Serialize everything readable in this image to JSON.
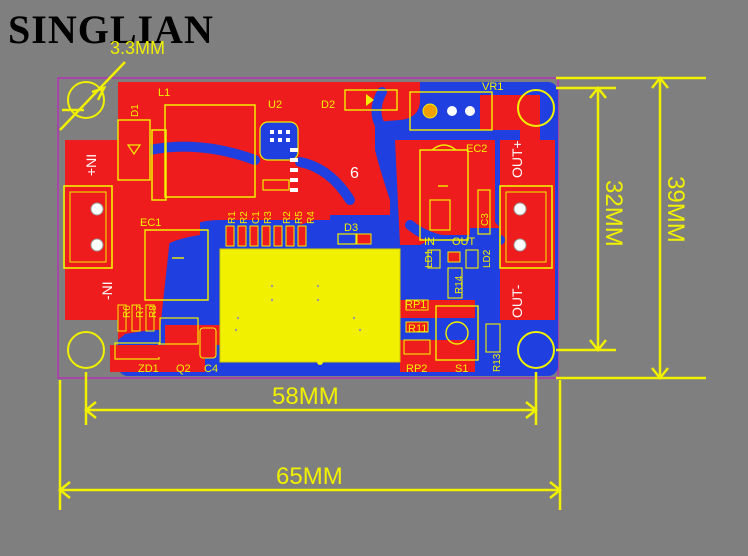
{
  "brand": "SINGLIAN",
  "dimensions": {
    "hole": "3.3MM",
    "inner_width": "58MM",
    "outer_width": "65MM",
    "inner_height": "32MM",
    "outer_height": "39MM"
  },
  "board": {
    "input_plus": "+NI",
    "input_minus": "-NI",
    "output_plus": "OUT+",
    "output_minus": "OUT-",
    "led_in": "IN",
    "led_out": "OUT",
    "u2_mark": "6",
    "refs": {
      "L1": "L1",
      "U2": "U2",
      "D1": "D1",
      "D2": "D2",
      "D3": "D3",
      "VR1": "VR1",
      "EC1": "EC1",
      "EC2": "EC2",
      "C3": "C3",
      "C4": "C4",
      "R1": "R1",
      "R2": "R2",
      "C1": "C1",
      "R3": "R3",
      "R2b": "R2",
      "R5": "R5",
      "R4": "R4",
      "R6": "R6",
      "R7": "R7",
      "R8": "R8",
      "ZD1": "ZD1",
      "Q2": "Q2",
      "LD1": "LD1",
      "LD2": "LD2",
      "R14": "R14",
      "RP1": "RP1",
      "R11": "R11",
      "RP2": "RP2",
      "S1": "S1",
      "R13": "R13"
    }
  },
  "colors": {
    "background": "#7f7f7f",
    "copper_top": "#ee1c1c",
    "copper_bottom": "#1f3fe0",
    "silkscreen": "#f0f000",
    "outline": "#c020c0"
  }
}
